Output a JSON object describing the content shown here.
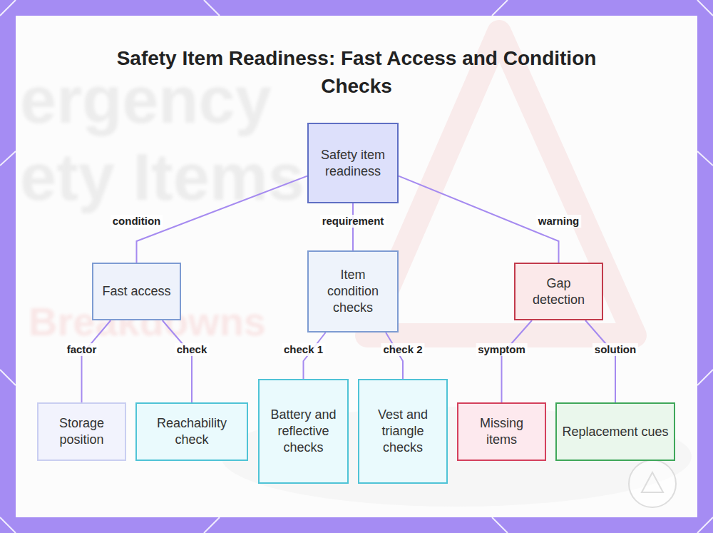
{
  "diagram": {
    "title": "Safety Item Readiness: Fast Access and Condition Checks",
    "nodes": [
      {
        "text": [
          "Safety item readiness"
        ]
      },
      {
        "text": [
          "Fast access"
        ]
      },
      {
        "text": [
          "Item condition checks"
        ]
      },
      {
        "text": [
          "Gap detection"
        ]
      },
      {
        "text": [
          "Storage position"
        ]
      },
      {
        "text": [
          "Reachability check"
        ]
      },
      {
        "text": [
          "Battery and reflective checks"
        ]
      },
      {
        "text": [
          "Vest and triangle checks"
        ]
      },
      {
        "text": [
          "Missing items"
        ]
      },
      {
        "text": [
          "Replacement cues"
        ]
      }
    ],
    "edges": [
      {
        "from": 0,
        "to": 1,
        "label": "condition",
        "arrow": "none"
      },
      {
        "from": 0,
        "to": 2,
        "label": "requirement",
        "arrow": "none"
      },
      {
        "from": 0,
        "to": 3,
        "label": "warning",
        "arrow": "none"
      },
      {
        "from": 1,
        "to": 4,
        "label": "factor",
        "arrow": "none"
      },
      {
        "from": 1,
        "to": 5,
        "label": "check",
        "arrow": "none"
      },
      {
        "from": 2,
        "to": 6,
        "label": "check 1",
        "arrow": "none"
      },
      {
        "from": 2,
        "to": 7,
        "label": "check 2",
        "arrow": "none"
      },
      {
        "from": 3,
        "to": 8,
        "label": "symptom",
        "arrow": "none"
      },
      {
        "from": 3,
        "to": 9,
        "label": "solution",
        "arrow": "none"
      }
    ],
    "labels": [
      "ergency",
      "ety Items",
      "Breakdowns"
    ]
  }
}
